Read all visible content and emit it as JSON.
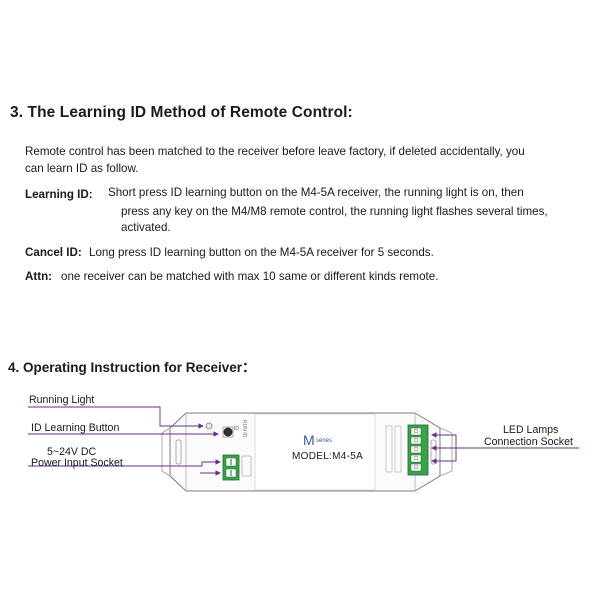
{
  "section3": {
    "title": "3. The Learning ID Method of Remote Control:",
    "intro_line1": "Remote control has been matched to the receiver before leave factory, if deleted accidentally,  you",
    "intro_line2": "can learn ID as follow.",
    "learning_label": "Learning ID:",
    "learning_line1": "Short press ID learning button on the M4-5A receiver, the running light is on, then",
    "learning_line2": "press any key on the M4/M8 remote control,  the running light flashes several times,",
    "learning_line3": "activated.",
    "cancel_label": "Cancel ID:",
    "cancel_text": "Long press ID learning button on the M4-5A receiver for 5 seconds.",
    "attn_label": "Attn:",
    "attn_text": "one receiver can be matched with max 10 same or different kinds remote."
  },
  "section4": {
    "title": "4. Operating Instruction for Receiver：",
    "callouts": {
      "running_light": "Running Light",
      "id_button": "ID Learning Button",
      "power_line1": "5~24V DC",
      "power_line2": "Power Input Socket",
      "led_line1": "LED Lamps",
      "led_line2": "Connection Socket"
    },
    "device": {
      "brand": "M",
      "brand_small": "series",
      "model": "MODEL:M4-5A",
      "button_mark": "ID",
      "side_text": "RUN  ID"
    }
  }
}
